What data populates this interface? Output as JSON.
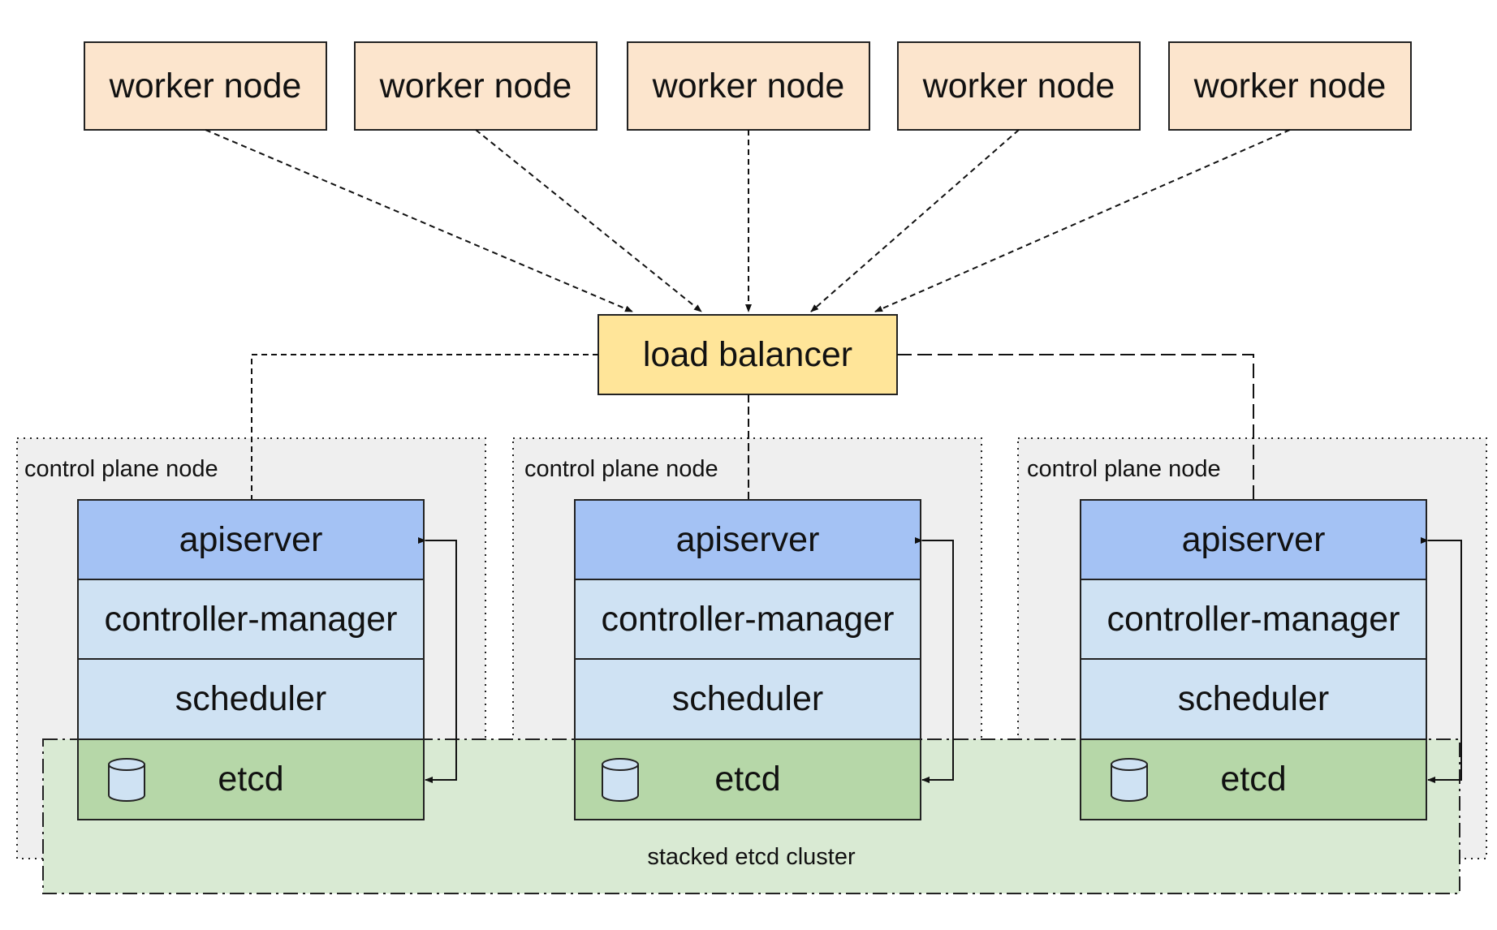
{
  "worker_nodes": [
    {
      "label": "worker node"
    },
    {
      "label": "worker node"
    },
    {
      "label": "worker node"
    },
    {
      "label": "worker node"
    },
    {
      "label": "worker node"
    }
  ],
  "load_balancer": {
    "label": "load balancer"
  },
  "control_plane_nodes": [
    {
      "title": "control plane node",
      "apiserver": "apiserver",
      "controller_manager": "controller-manager",
      "scheduler": "scheduler",
      "etcd": "etcd"
    },
    {
      "title": "control plane node",
      "apiserver": "apiserver",
      "controller_manager": "controller-manager",
      "scheduler": "scheduler",
      "etcd": "etcd"
    },
    {
      "title": "control plane node",
      "apiserver": "apiserver",
      "controller_manager": "controller-manager",
      "scheduler": "scheduler",
      "etcd": "etcd"
    }
  ],
  "etcd_cluster": {
    "label": "stacked etcd cluster"
  },
  "colors": {
    "worker": "#fce5cd",
    "load_balancer": "#ffe599",
    "apiserver": "#a4c2f4",
    "controller_manager": "#cfe2f3",
    "scheduler": "#cfe2f3",
    "etcd": "#b6d7a8",
    "etcd_cluster": "#d9ead3",
    "control_plane": "#efefef",
    "database_icon": "#cfe2f3"
  },
  "icons": {
    "etcd": "database-icon"
  }
}
